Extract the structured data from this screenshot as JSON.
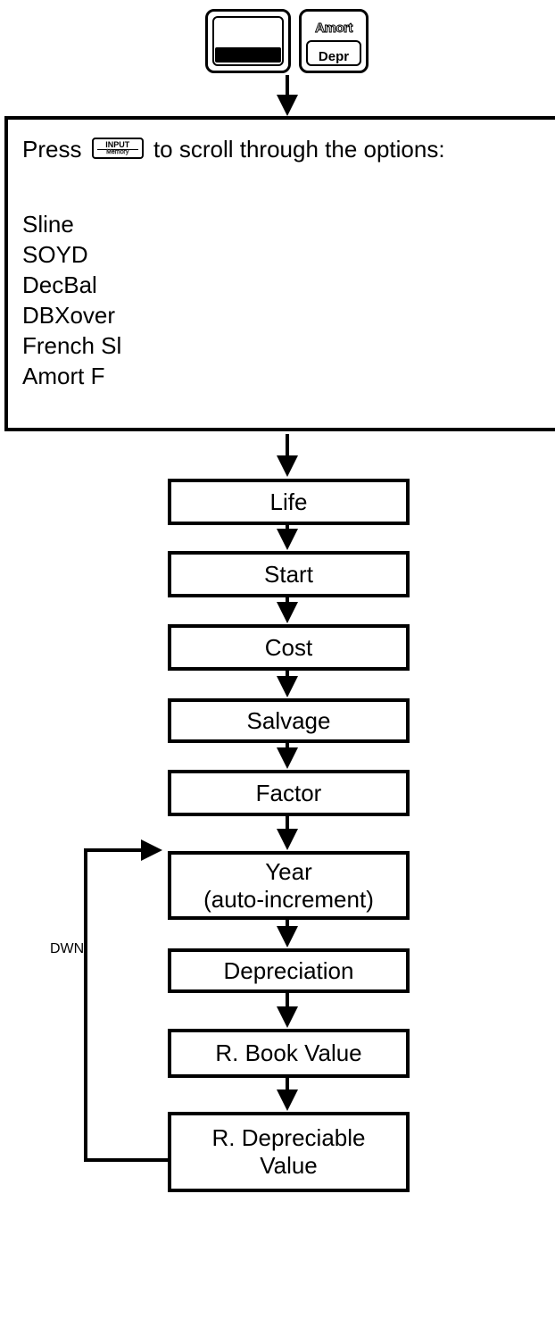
{
  "keys": {
    "shift": {
      "icon": "shift-key-icon"
    },
    "amort": {
      "top_label": "Amort",
      "face_label": "Depr"
    }
  },
  "options": {
    "press_before": "Press",
    "input_key": {
      "top": "INPUT",
      "bottom": "Memory"
    },
    "press_after": "to scroll through the options:",
    "items": [
      "Sline",
      "SOYD",
      "DecBal",
      "DBXover",
      "French Sl",
      "Amort F"
    ]
  },
  "flow": {
    "life": "Life",
    "start": "Start",
    "cost": "Cost",
    "salvage": "Salvage",
    "factor": "Factor",
    "year_line1": "Year",
    "year_line2": "(auto-increment)",
    "depreciation": "Depreciation",
    "book_value": "R. Book Value",
    "depreciable_line1": "R. Depreciable",
    "depreciable_line2": "Value",
    "loop_label": "DWN"
  }
}
